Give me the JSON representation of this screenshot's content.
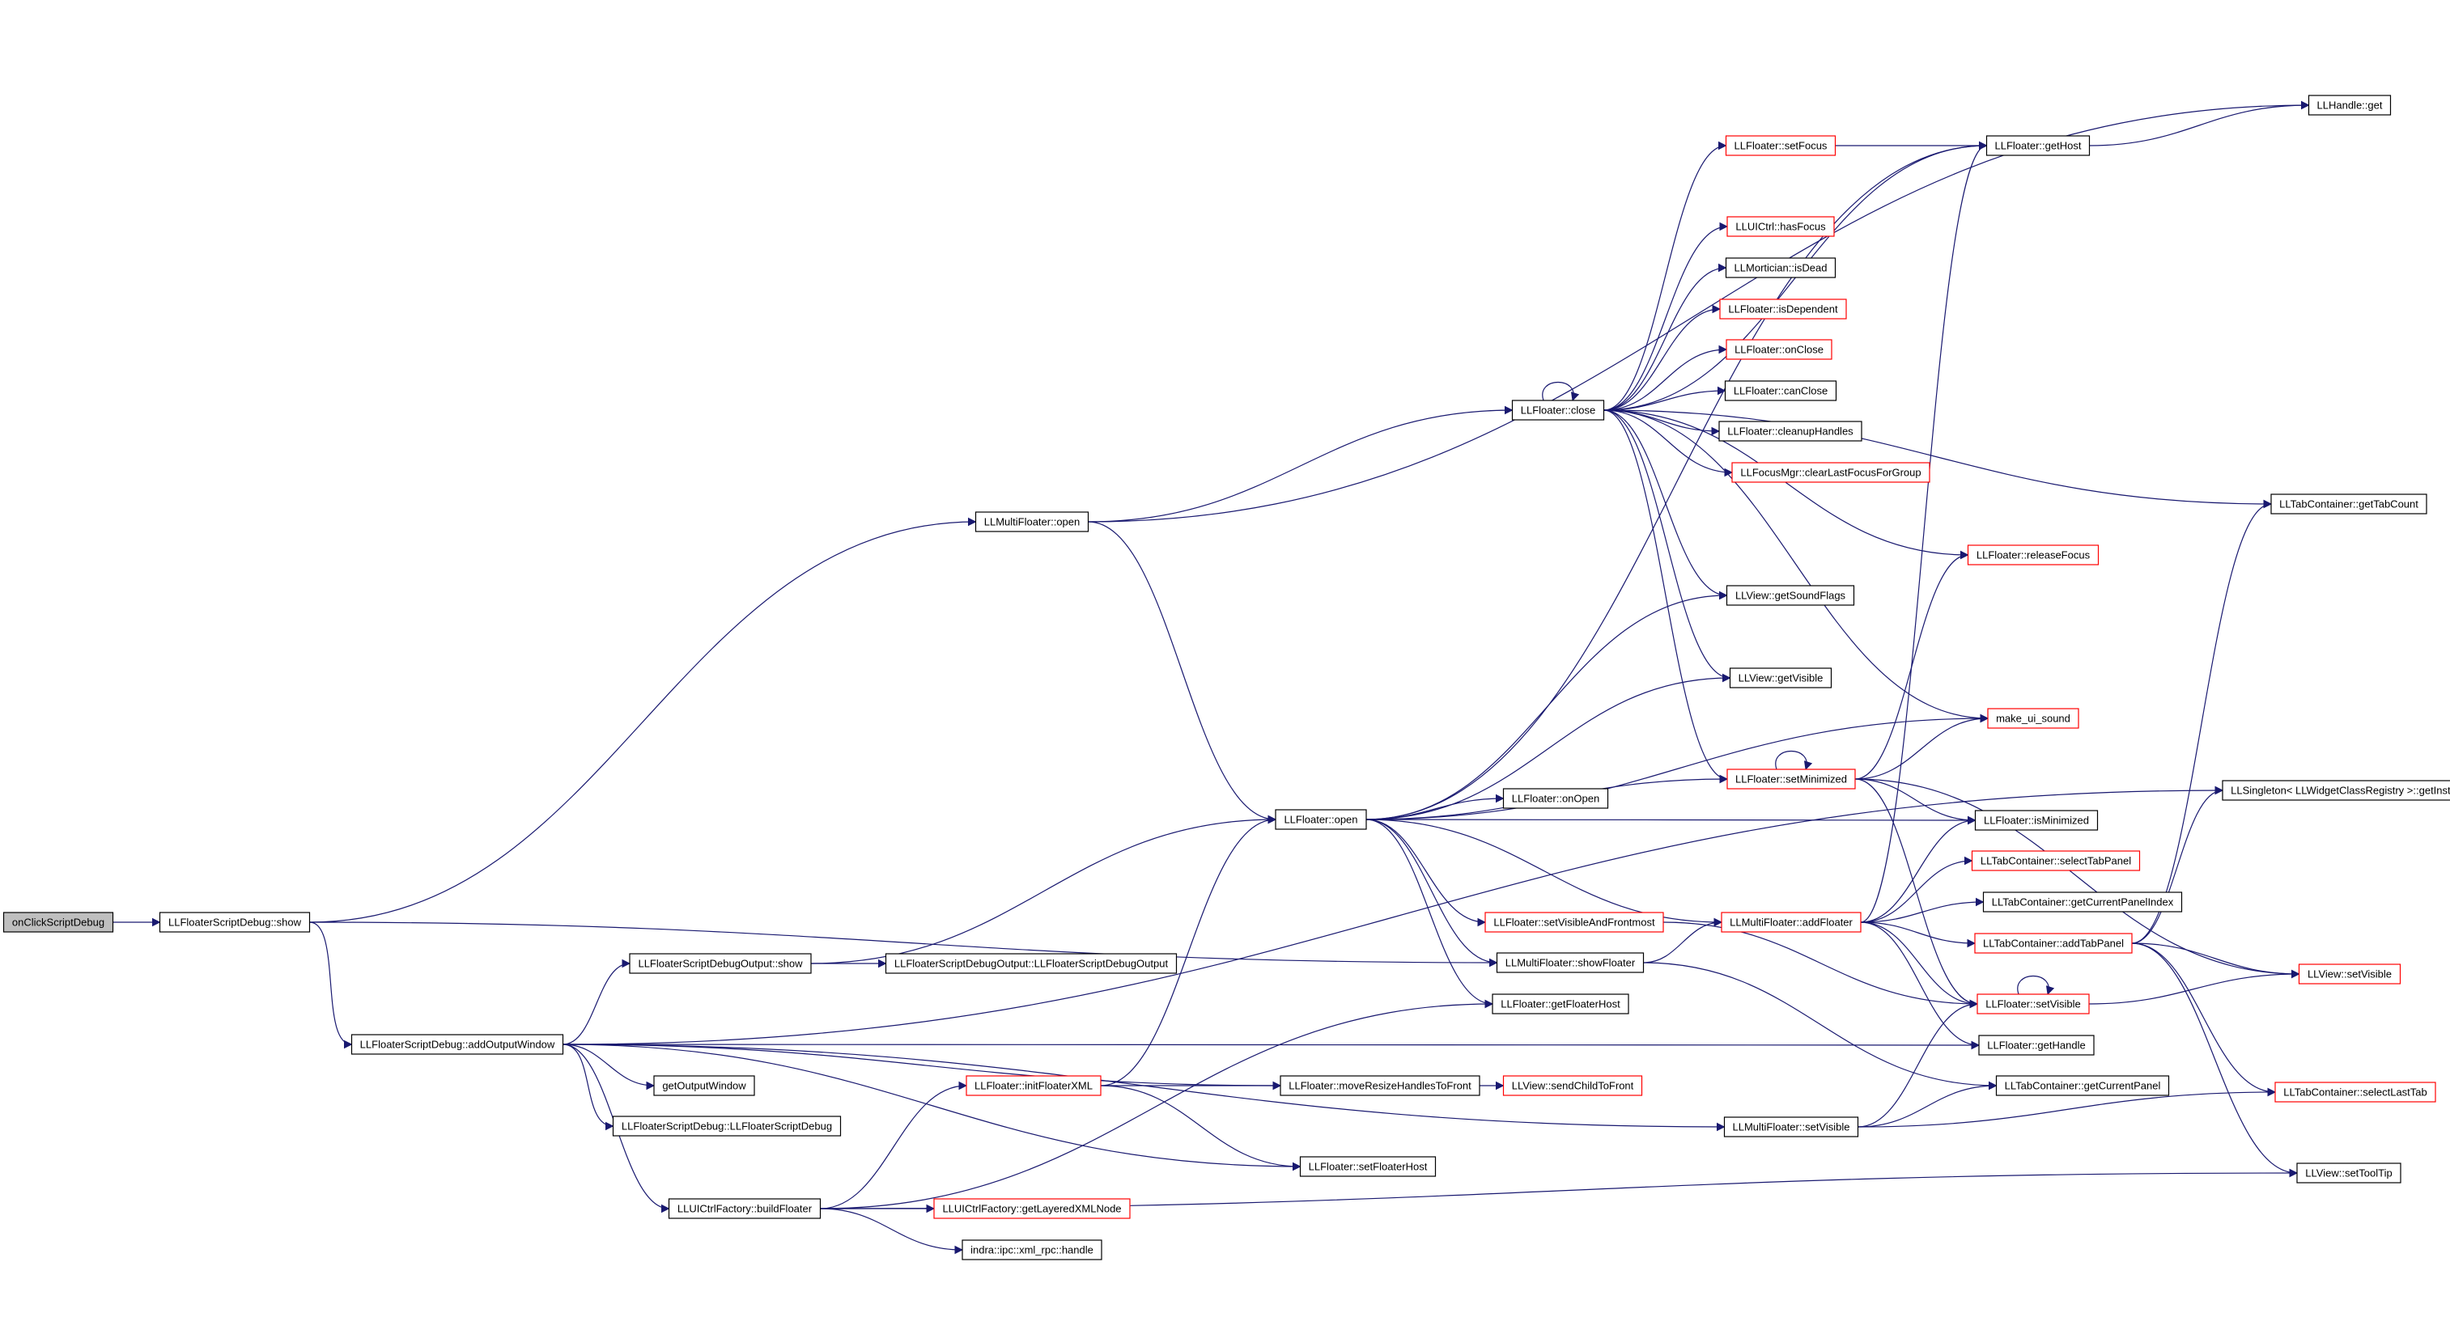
{
  "graph": {
    "nodes": [
      {
        "id": "onClickScriptDebug",
        "label": "onClickScriptDebug",
        "style": "root"
      },
      {
        "id": "show",
        "label": "LLFloaterScriptDebug::show",
        "style": "normal"
      },
      {
        "id": "addOutputWindow",
        "label": "LLFloaterScriptDebug::addOutputWindow",
        "style": "normal"
      },
      {
        "id": "ctor",
        "label": "LLFloaterScriptDebug::LLFloaterScriptDebug",
        "style": "normal"
      },
      {
        "id": "getOutputWindow",
        "label": "getOutputWindow",
        "style": "normal"
      },
      {
        "id": "outShow",
        "label": "LLFloaterScriptDebugOutput::show",
        "style": "normal"
      },
      {
        "id": "outCtor",
        "label": "LLFloaterScriptDebugOutput::LLFloaterScriptDebugOutput",
        "style": "normal"
      },
      {
        "id": "buildFloater",
        "label": "LLUICtrlFactory::buildFloater",
        "style": "normal"
      },
      {
        "id": "getLayeredXMLNode",
        "label": "LLUICtrlFactory::getLayeredXMLNode",
        "style": "red"
      },
      {
        "id": "xmlrpc",
        "label": "indra::ipc::xml_rpc::handle",
        "style": "normal"
      },
      {
        "id": "initFloaterXML",
        "label": "LLFloater::initFloaterXML",
        "style": "red"
      },
      {
        "id": "moveResize",
        "label": "LLFloater::moveResizeHandlesToFront",
        "style": "normal"
      },
      {
        "id": "sendChildToFront",
        "label": "LLView::sendChildToFront",
        "style": "red"
      },
      {
        "id": "setFloaterHost",
        "label": "LLFloater::setFloaterHost",
        "style": "normal"
      },
      {
        "id": "mfOpen",
        "label": "LLMultiFloater::open",
        "style": "normal"
      },
      {
        "id": "open",
        "label": "LLFloater::open",
        "style": "normal"
      },
      {
        "id": "onOpen",
        "label": "LLFloater::onOpen",
        "style": "normal"
      },
      {
        "id": "setVisibleAndFrontmost",
        "label": "LLFloater::setVisibleAndFrontmost",
        "style": "red"
      },
      {
        "id": "showFloater",
        "label": "LLMultiFloater::showFloater",
        "style": "normal"
      },
      {
        "id": "getFloaterHost",
        "label": "LLFloater::getFloaterHost",
        "style": "normal"
      },
      {
        "id": "close",
        "label": "LLFloater::close",
        "style": "normal"
      },
      {
        "id": "setFocus",
        "label": "LLFloater::setFocus",
        "style": "red"
      },
      {
        "id": "hasFocus",
        "label": "LLUICtrl::hasFocus",
        "style": "red"
      },
      {
        "id": "isDead",
        "label": "LLMortician::isDead",
        "style": "normal"
      },
      {
        "id": "isDependent",
        "label": "LLFloater::isDependent",
        "style": "red"
      },
      {
        "id": "onClose",
        "label": "LLFloater::onClose",
        "style": "red"
      },
      {
        "id": "canClose",
        "label": "LLFloater::canClose",
        "style": "normal"
      },
      {
        "id": "cleanupHandles",
        "label": "LLFloater::cleanupHandles",
        "style": "normal"
      },
      {
        "id": "clearLastFocus",
        "label": "LLFocusMgr::clearLastFocusForGroup",
        "style": "red"
      },
      {
        "id": "getSoundFlags",
        "label": "LLView::getSoundFlags",
        "style": "normal"
      },
      {
        "id": "getVisible",
        "label": "LLView::getVisible",
        "style": "normal"
      },
      {
        "id": "setMinimized",
        "label": "LLFloater::setMinimized",
        "style": "red"
      },
      {
        "id": "addFloater",
        "label": "LLMultiFloater::addFloater",
        "style": "red"
      },
      {
        "id": "mfSetVisible",
        "label": "LLMultiFloater::setVisible",
        "style": "normal"
      },
      {
        "id": "getHost",
        "label": "LLFloater::getHost",
        "style": "normal"
      },
      {
        "id": "handleGet",
        "label": "LLHandle::get",
        "style": "normal"
      },
      {
        "id": "releaseFocus",
        "label": "LLFloater::releaseFocus",
        "style": "red"
      },
      {
        "id": "makeUiSound",
        "label": "make_ui_sound",
        "style": "red"
      },
      {
        "id": "isMinimized",
        "label": "LLFloater::isMinimized",
        "style": "normal"
      },
      {
        "id": "selectTabPanel",
        "label": "LLTabContainer::selectTabPanel",
        "style": "red"
      },
      {
        "id": "getCurrentPanelIndex",
        "label": "LLTabContainer::getCurrentPanelIndex",
        "style": "normal"
      },
      {
        "id": "addTabPanel",
        "label": "LLTabContainer::addTabPanel",
        "style": "red"
      },
      {
        "id": "fSetVisible",
        "label": "LLFloater::setVisible",
        "style": "red"
      },
      {
        "id": "getHandle",
        "label": "LLFloater::getHandle",
        "style": "normal"
      },
      {
        "id": "getCurrentPanel",
        "label": "LLTabContainer::getCurrentPanel",
        "style": "normal"
      },
      {
        "id": "getTabCount",
        "label": "LLTabContainer::getTabCount",
        "style": "normal"
      },
      {
        "id": "getInstance",
        "label": "LLSingleton< LLWidgetClassRegistry >::getInstance",
        "style": "normal"
      },
      {
        "id": "vSetVisible",
        "label": "LLView::setVisible",
        "style": "red"
      },
      {
        "id": "selectLastTab",
        "label": "LLTabContainer::selectLastTab",
        "style": "red"
      },
      {
        "id": "setToolTip",
        "label": "LLView::setToolTip",
        "style": "normal"
      }
    ],
    "edges": [
      [
        "onClickScriptDebug",
        "show"
      ],
      [
        "show",
        "mfOpen"
      ],
      [
        "show",
        "addOutputWindow"
      ],
      [
        "show",
        "showFloater"
      ],
      [
        "addOutputWindow",
        "getInstance"
      ],
      [
        "addOutputWindow",
        "outShow"
      ],
      [
        "addOutputWindow",
        "moveResize"
      ],
      [
        "addOutputWindow",
        "getHandle"
      ],
      [
        "addOutputWindow",
        "getOutputWindow"
      ],
      [
        "addOutputWindow",
        "ctor"
      ],
      [
        "addOutputWindow",
        "buildFloater"
      ],
      [
        "addOutputWindow",
        "setFloaterHost"
      ],
      [
        "addOutputWindow",
        "mfSetVisible"
      ],
      [
        "outShow",
        "outCtor"
      ],
      [
        "outShow",
        "open"
      ],
      [
        "buildFloater",
        "getLayeredXMLNode"
      ],
      [
        "buildFloater",
        "xmlrpc"
      ],
      [
        "buildFloater",
        "initFloaterXML"
      ],
      [
        "buildFloater",
        "getFloaterHost"
      ],
      [
        "buildFloater",
        "setToolTip"
      ],
      [
        "initFloaterXML",
        "open"
      ],
      [
        "initFloaterXML",
        "moveResize"
      ],
      [
        "initFloaterXML",
        "setFloaterHost"
      ],
      [
        "moveResize",
        "sendChildToFront"
      ],
      [
        "mfOpen",
        "close"
      ],
      [
        "mfOpen",
        "open"
      ],
      [
        "mfOpen",
        "handleGet"
      ],
      [
        "open",
        "getHost"
      ],
      [
        "open",
        "getSoundFlags"
      ],
      [
        "open",
        "getVisible"
      ],
      [
        "open",
        "makeUiSound"
      ],
      [
        "open",
        "setMinimized"
      ],
      [
        "open",
        "onOpen"
      ],
      [
        "open",
        "isMinimized"
      ],
      [
        "open",
        "setVisibleAndFrontmost"
      ],
      [
        "open",
        "showFloater"
      ],
      [
        "open",
        "getFloaterHost"
      ],
      [
        "open",
        "addFloater"
      ],
      [
        "setVisibleAndFrontmost",
        "fSetVisible"
      ],
      [
        "showFloater",
        "addFloater"
      ],
      [
        "showFloater",
        "getCurrentPanel"
      ],
      [
        "close",
        "close"
      ],
      [
        "close",
        "getHost"
      ],
      [
        "close",
        "setFocus"
      ],
      [
        "close",
        "hasFocus"
      ],
      [
        "close",
        "isDead"
      ],
      [
        "close",
        "isDependent"
      ],
      [
        "close",
        "onClose"
      ],
      [
        "close",
        "canClose"
      ],
      [
        "close",
        "cleanupHandles"
      ],
      [
        "close",
        "clearLastFocus"
      ],
      [
        "close",
        "releaseFocus"
      ],
      [
        "close",
        "getSoundFlags"
      ],
      [
        "close",
        "getVisible"
      ],
      [
        "close",
        "makeUiSound"
      ],
      [
        "close",
        "setMinimized"
      ],
      [
        "close",
        "getTabCount"
      ],
      [
        "setFocus",
        "getHost"
      ],
      [
        "getHost",
        "handleGet"
      ],
      [
        "setMinimized",
        "setMinimized"
      ],
      [
        "setMinimized",
        "releaseFocus"
      ],
      [
        "setMinimized",
        "makeUiSound"
      ],
      [
        "setMinimized",
        "isMinimized"
      ],
      [
        "setMinimized",
        "fSetVisible"
      ],
      [
        "setMinimized",
        "vSetVisible"
      ],
      [
        "addFloater",
        "getHost"
      ],
      [
        "addFloater",
        "isMinimized"
      ],
      [
        "addFloater",
        "selectTabPanel"
      ],
      [
        "addFloater",
        "getCurrentPanelIndex"
      ],
      [
        "addFloater",
        "addTabPanel"
      ],
      [
        "addFloater",
        "fSetVisible"
      ],
      [
        "addFloater",
        "getHandle"
      ],
      [
        "addTabPanel",
        "getTabCount"
      ],
      [
        "addTabPanel",
        "getInstance"
      ],
      [
        "addTabPanel",
        "vSetVisible"
      ],
      [
        "addTabPanel",
        "selectLastTab"
      ],
      [
        "addTabPanel",
        "setToolTip"
      ],
      [
        "fSetVisible",
        "fSetVisible"
      ],
      [
        "fSetVisible",
        "vSetVisible"
      ],
      [
        "mfSetVisible",
        "getCurrentPanel"
      ],
      [
        "mfSetVisible",
        "fSetVisible"
      ],
      [
        "mfSetVisible",
        "selectLastTab"
      ]
    ]
  }
}
